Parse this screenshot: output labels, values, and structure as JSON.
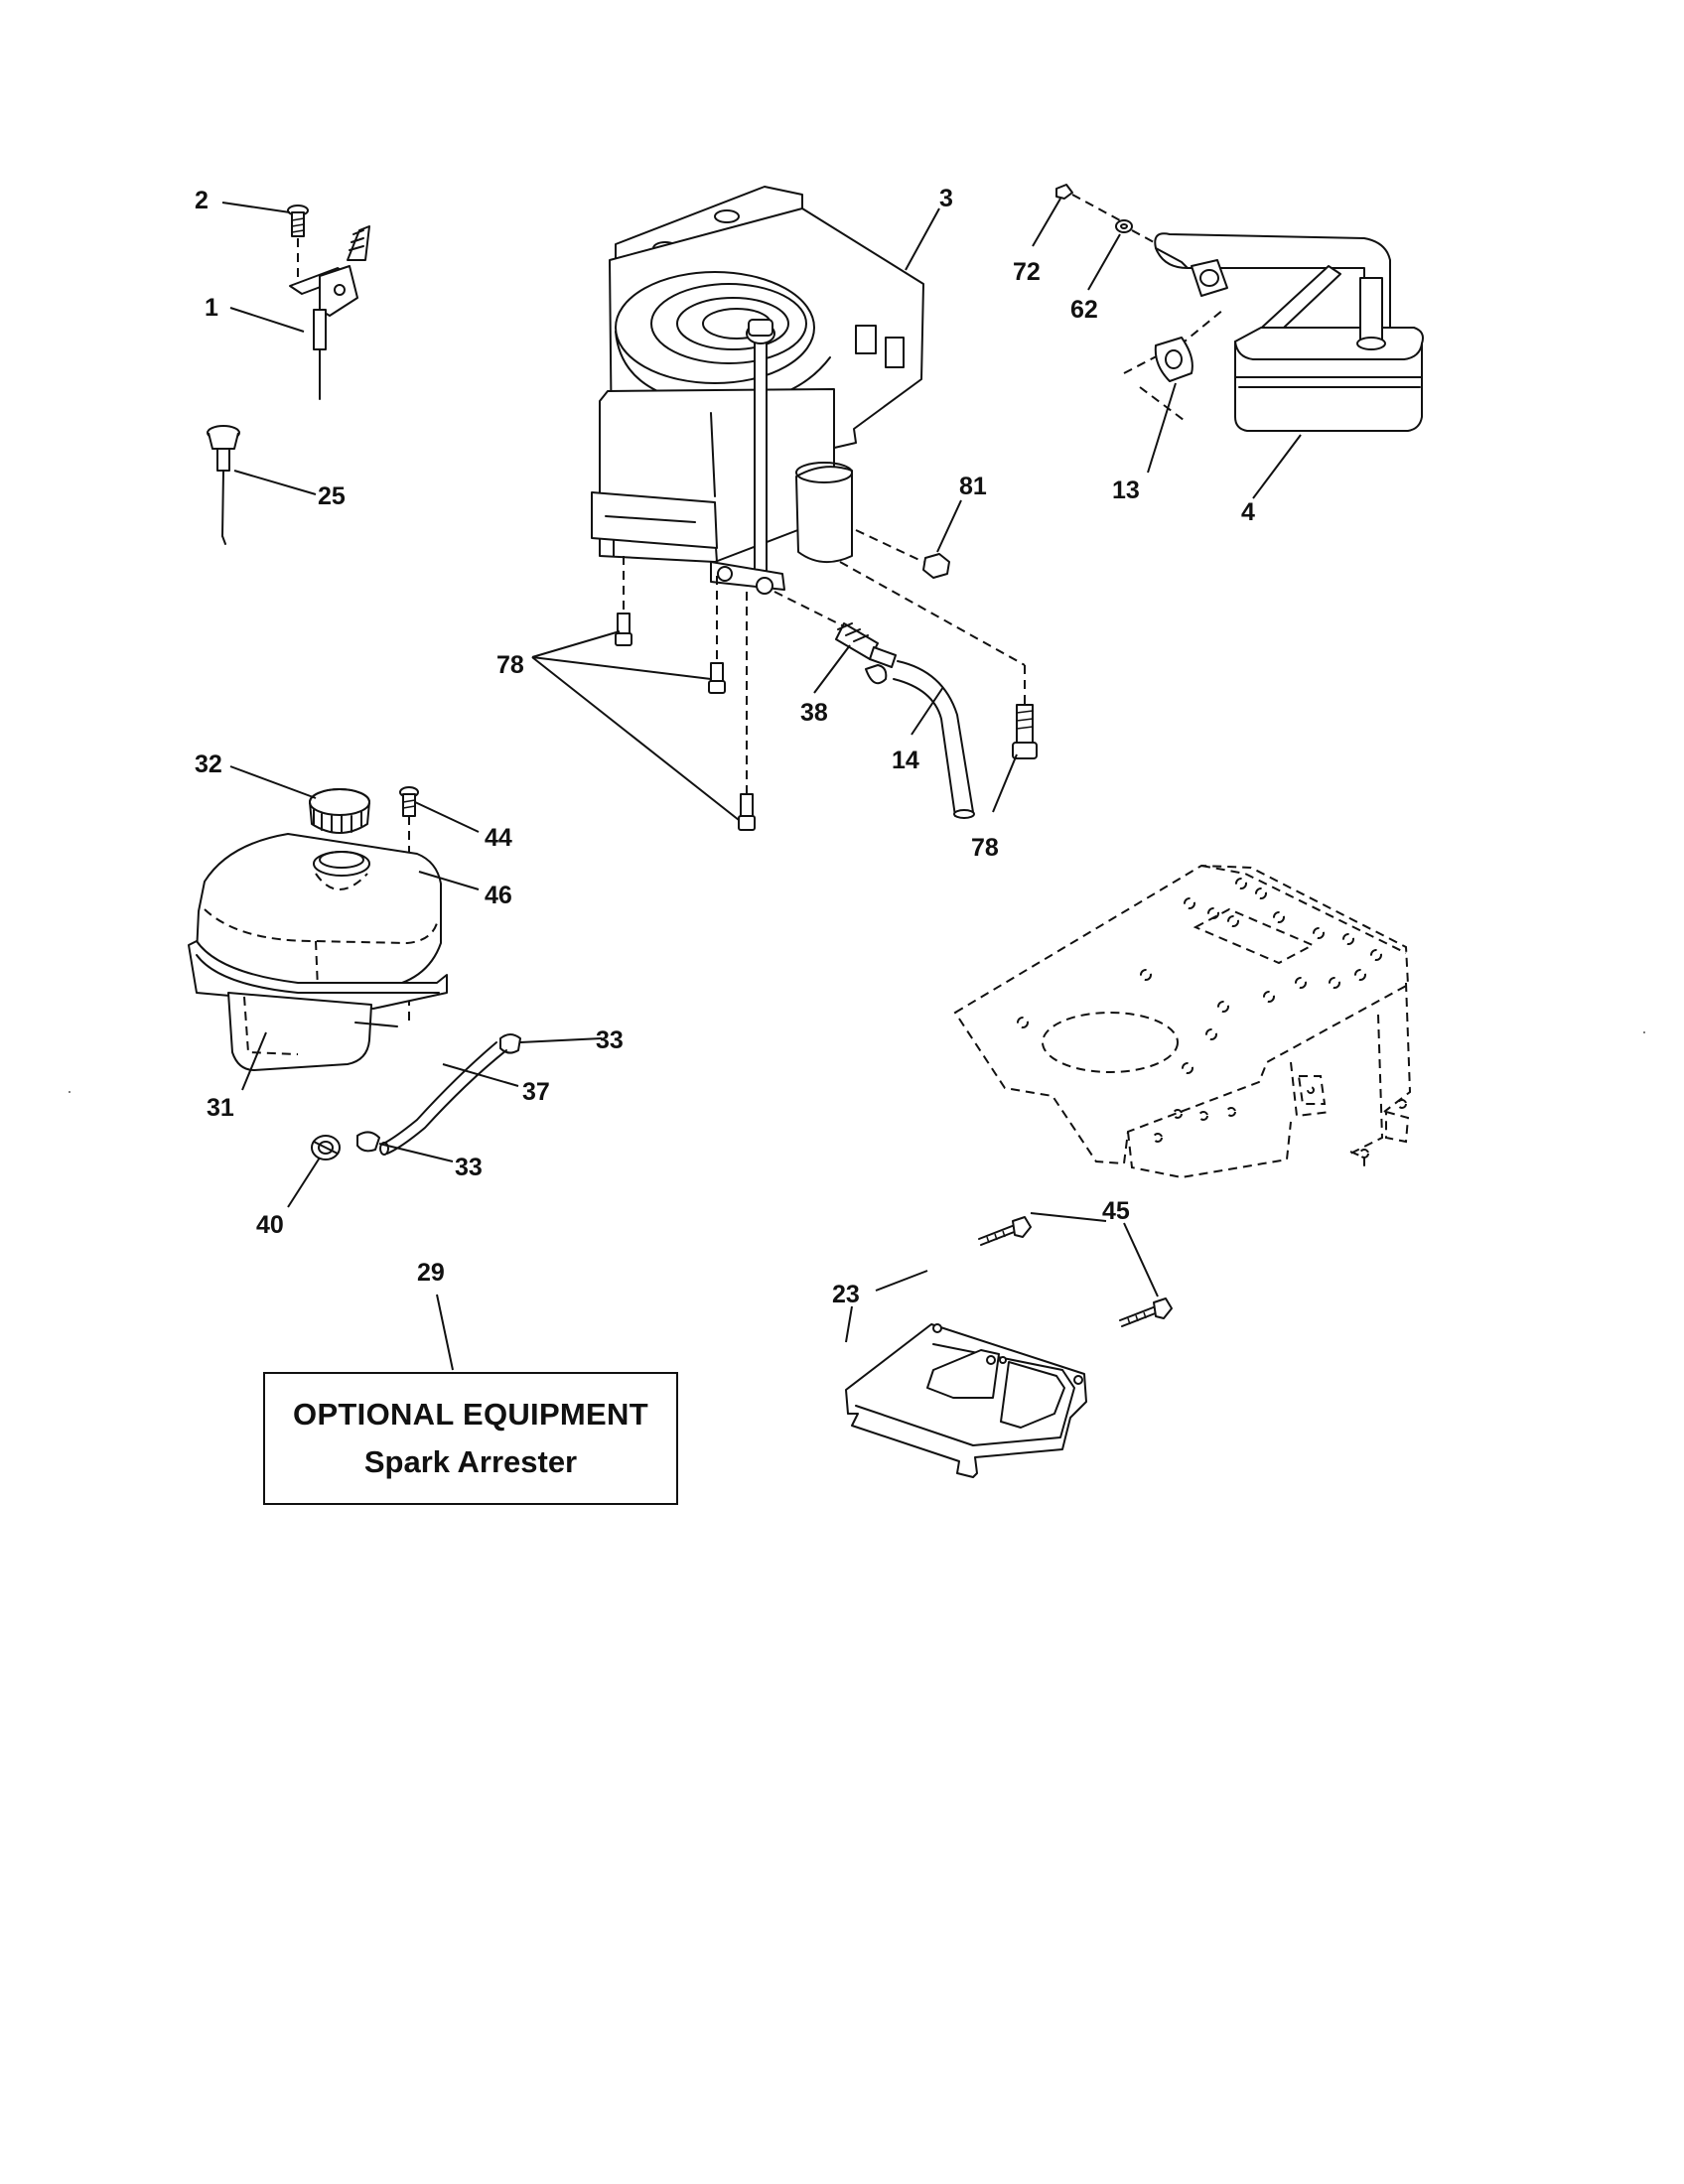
{
  "callouts": {
    "c1": "1",
    "c2": "2",
    "c3": "3",
    "c4": "4",
    "c13": "13",
    "c14": "14",
    "c23": "23",
    "c25": "25",
    "c29": "29",
    "c31": "31",
    "c32": "32",
    "c33a": "33",
    "c33b": "33",
    "c37": "37",
    "c38": "38",
    "c40": "40",
    "c44": "44",
    "c45": "45",
    "c46": "46",
    "c62": "62",
    "c72": "72",
    "c78a": "78",
    "c78b": "78",
    "c81": "81"
  },
  "optional_box": {
    "title": "OPTIONAL EQUIPMENT",
    "subtitle": "Spark Arrester"
  }
}
